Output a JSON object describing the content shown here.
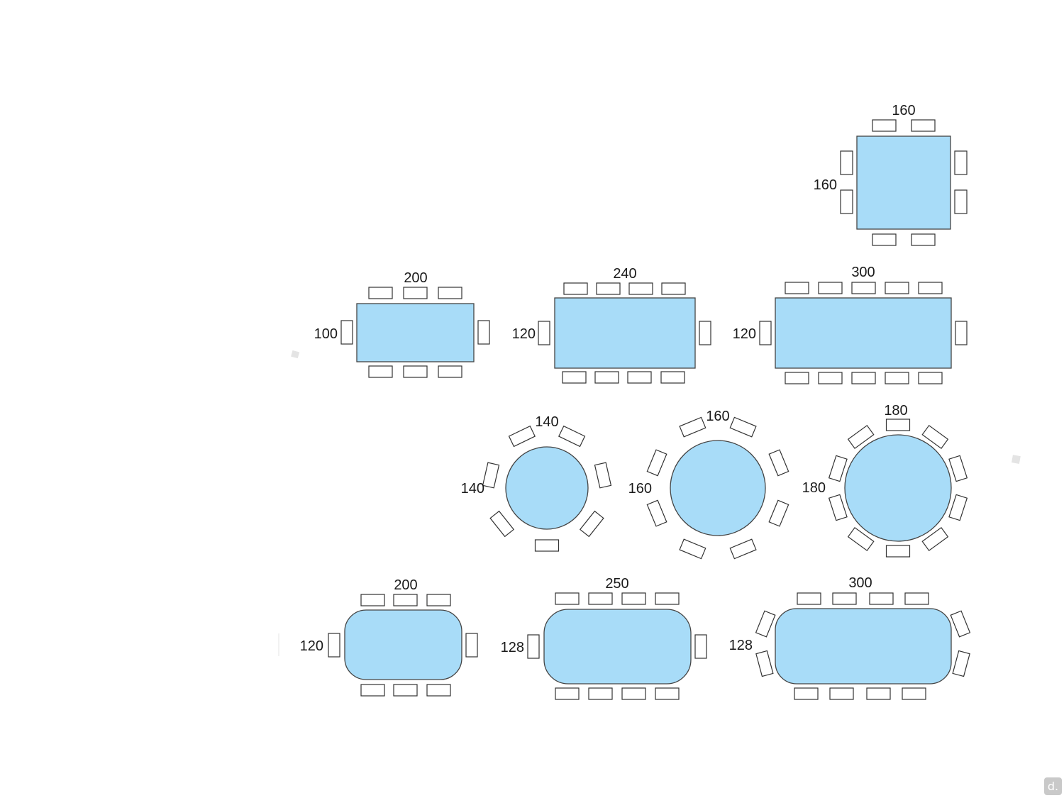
{
  "tables": [
    {
      "id": "square-160",
      "shape": "square",
      "width_label": "160",
      "depth_label": "160",
      "seats": 8
    },
    {
      "id": "rect-200",
      "shape": "rectangle",
      "width_label": "200",
      "depth_label": "100",
      "seats": 8
    },
    {
      "id": "rect-240",
      "shape": "rectangle",
      "width_label": "240",
      "depth_label": "120",
      "seats": 10
    },
    {
      "id": "rect-300",
      "shape": "rectangle",
      "width_label": "300",
      "depth_label": "120",
      "seats": 12
    },
    {
      "id": "round-140",
      "shape": "round",
      "width_label": "140",
      "depth_label": "140",
      "seats": 7
    },
    {
      "id": "round-160",
      "shape": "round",
      "width_label": "160",
      "depth_label": "160",
      "seats": 8
    },
    {
      "id": "round-180",
      "shape": "round",
      "width_label": "180",
      "depth_label": "180",
      "seats": 10
    },
    {
      "id": "rounded-200",
      "shape": "rounded-rectangle",
      "width_label": "200",
      "depth_label": "120",
      "seats": 8
    },
    {
      "id": "rounded-250",
      "shape": "rounded-rectangle",
      "width_label": "250",
      "depth_label": "128",
      "seats": 10
    },
    {
      "id": "rounded-300",
      "shape": "rounded-rectangle",
      "width_label": "300",
      "depth_label": "128",
      "seats": 12
    }
  ],
  "colors": {
    "table_fill": "#a8dcf8",
    "outline": "#444444",
    "chair_fill": "#ffffff"
  },
  "watermark": {
    "icon": "d-logo-icon",
    "text": "d."
  }
}
